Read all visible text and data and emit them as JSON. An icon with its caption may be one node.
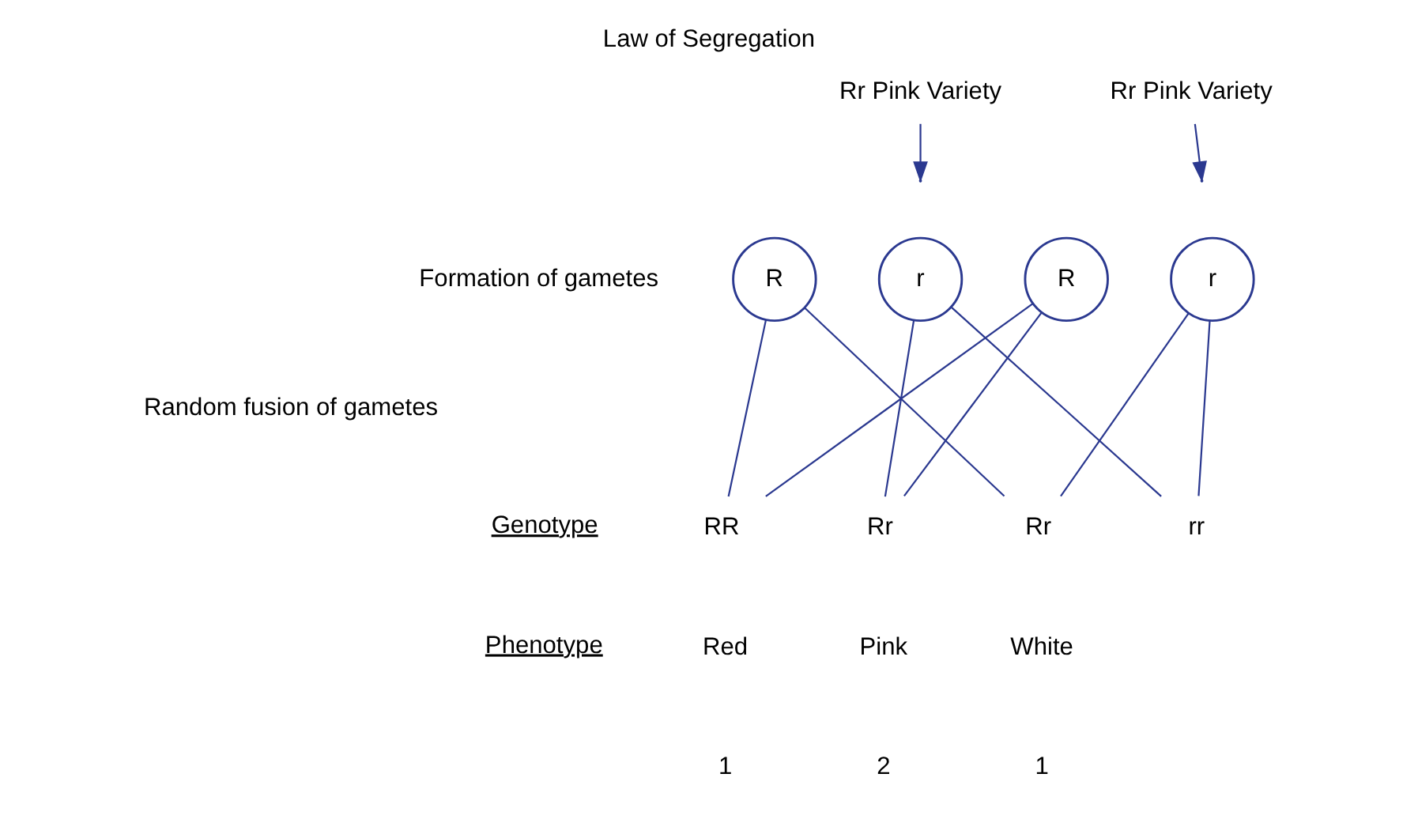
{
  "diagram": {
    "title": "Law of Segregation",
    "nodes": [
      {
        "text": [
          "Rr Pink Variety"
        ]
      },
      {
        "text": [
          "Rr Pink Variety"
        ]
      },
      {
        "text": [
          "R"
        ]
      },
      {
        "text": [
          "r"
        ]
      },
      {
        "text": [
          "R"
        ]
      },
      {
        "text": [
          "r"
        ]
      },
      {
        "text": [
          "RR"
        ]
      },
      {
        "text": [
          "Rr"
        ]
      },
      {
        "text": [
          "Rr"
        ]
      },
      {
        "text": [
          "rr"
        ]
      }
    ],
    "edges": [
      {
        "from": 0,
        "to": null,
        "arrow": "to"
      },
      {
        "from": 1,
        "to": null,
        "arrow": "to"
      },
      {
        "from": 2,
        "to": 6,
        "arrow": "none"
      },
      {
        "from": 2,
        "to": 8,
        "arrow": "none"
      },
      {
        "from": 3,
        "to": 7,
        "arrow": "none"
      },
      {
        "from": 3,
        "to": 9,
        "arrow": "none"
      },
      {
        "from": 4,
        "to": 6,
        "arrow": "none"
      },
      {
        "from": 4,
        "to": 7,
        "arrow": "none"
      },
      {
        "from": 5,
        "to": 8,
        "arrow": "none"
      },
      {
        "from": 5,
        "to": 9,
        "arrow": "none"
      }
    ],
    "labels": [
      "Formation of gametes",
      "Random fusion of gametes",
      "Genotype",
      "Phenotype",
      "Red",
      "1",
      "Pink",
      "2",
      "White",
      "1"
    ]
  }
}
